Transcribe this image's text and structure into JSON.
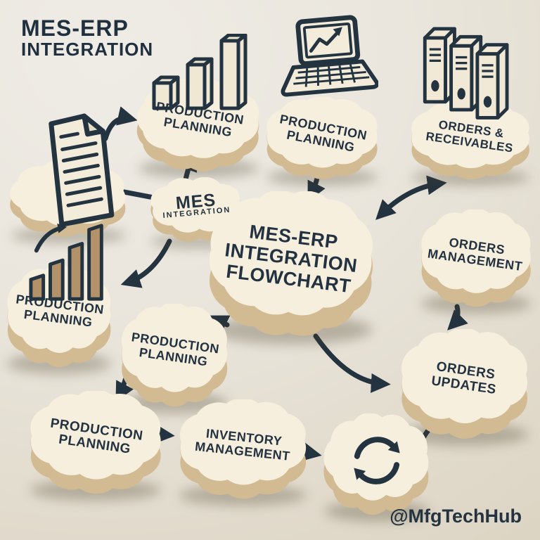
{
  "header": {
    "title_line1": "MES-ERP",
    "title_line2": "INTEGRATION"
  },
  "footer": {
    "attribution": "@MfgTechHub"
  },
  "colors": {
    "background": "#eae6dd",
    "ink": "#243340",
    "cloud_top": "#f6efde",
    "cloud_side": "#d2bb92",
    "bar_fill": "#b3926a"
  },
  "nodes": {
    "document": {
      "label": "",
      "icon": "document-icon"
    },
    "production_planning_top": {
      "label": "PRODUCTION\nPLANNING",
      "icon": "bar-chart-icon"
    },
    "production_planning_laptop": {
      "label": "PRODUCTION\nPLANNING",
      "icon": "laptop-icon"
    },
    "orders_receivables": {
      "label": "ORDERS &\nRECEIVABLES",
      "icon": "binders-icon"
    },
    "mes_integration": {
      "label_line1": "MES",
      "label_line2": "INTEGRATION"
    },
    "central": {
      "label": "MES-ERP\nINTEGRATION\nFLOWCHART"
    },
    "orders_management": {
      "label": "ORDERS\nMANAGEMENT"
    },
    "production_planning_left": {
      "label": "PRODUCTION\nPLANNING",
      "icon": "growth-bars-icon"
    },
    "production_planning_mid": {
      "label": "PRODUCTION\nPLANNING"
    },
    "production_planning_bottom": {
      "label": "PRODUCTION\nPLANNING"
    },
    "inventory_management": {
      "label": "INVENTORY\nMANAGEMENT"
    },
    "sync": {
      "label": "",
      "icon": "sync-icon"
    },
    "orders_updates": {
      "label": "ORDERS\nUPDATES"
    }
  },
  "edges": [
    {
      "from": "document",
      "to": "production_planning_top",
      "style": "arrow"
    },
    {
      "from": "document",
      "to": "mes_integration",
      "style": "line"
    },
    {
      "from": "mes_integration",
      "to": "production_planning_top",
      "style": "arrow"
    },
    {
      "from": "mes_integration",
      "to": "production_planning_left",
      "style": "arrow"
    },
    {
      "from": "production_planning_laptop",
      "to": "central",
      "style": "arrow"
    },
    {
      "from": "orders_receivables",
      "to": "central",
      "style": "double-arrow"
    },
    {
      "from": "orders_management",
      "to": "orders_updates",
      "style": "arrow"
    },
    {
      "from": "central",
      "to": "orders_updates",
      "style": "arrow"
    },
    {
      "from": "central",
      "to": "production_planning_mid",
      "style": "arrow"
    },
    {
      "from": "production_planning_mid",
      "to": "production_planning_bottom",
      "style": "arrow"
    },
    {
      "from": "production_planning_bottom",
      "to": "inventory_management",
      "style": "arrow"
    },
    {
      "from": "inventory_management",
      "to": "sync",
      "style": "arrow"
    },
    {
      "from": "sync",
      "to": "orders_updates",
      "style": "arrow"
    }
  ]
}
